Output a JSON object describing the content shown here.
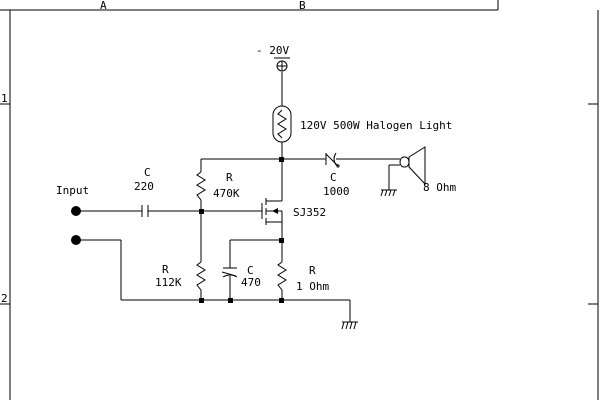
{
  "frame": {
    "col_a": "A",
    "col_b": "B",
    "row_1": "1",
    "row_2": "2"
  },
  "labels": {
    "supply": "- 20V",
    "lamp": "120V 500W  Halogen Light",
    "input": "Input",
    "c_in_name": "C",
    "c_in_value": "220",
    "r_top_name": "R",
    "r_top_value": "470K",
    "transistor": "SJ352",
    "c_out_name": "C",
    "c_out_value": "1000",
    "speaker": "8 Ohm",
    "r_bias_name": "R",
    "r_bias_value": "112K",
    "c_src_name": "C",
    "c_src_value": "470",
    "r_src_name": "R",
    "r_src_value": "1 Ohm"
  },
  "icons": {
    "supply": "power-supply-symbol",
    "lamp": "lamp-symbol",
    "ground": "ground-symbol",
    "speaker": "speaker-symbol",
    "fet": "p-channel-mosfet-symbol"
  }
}
